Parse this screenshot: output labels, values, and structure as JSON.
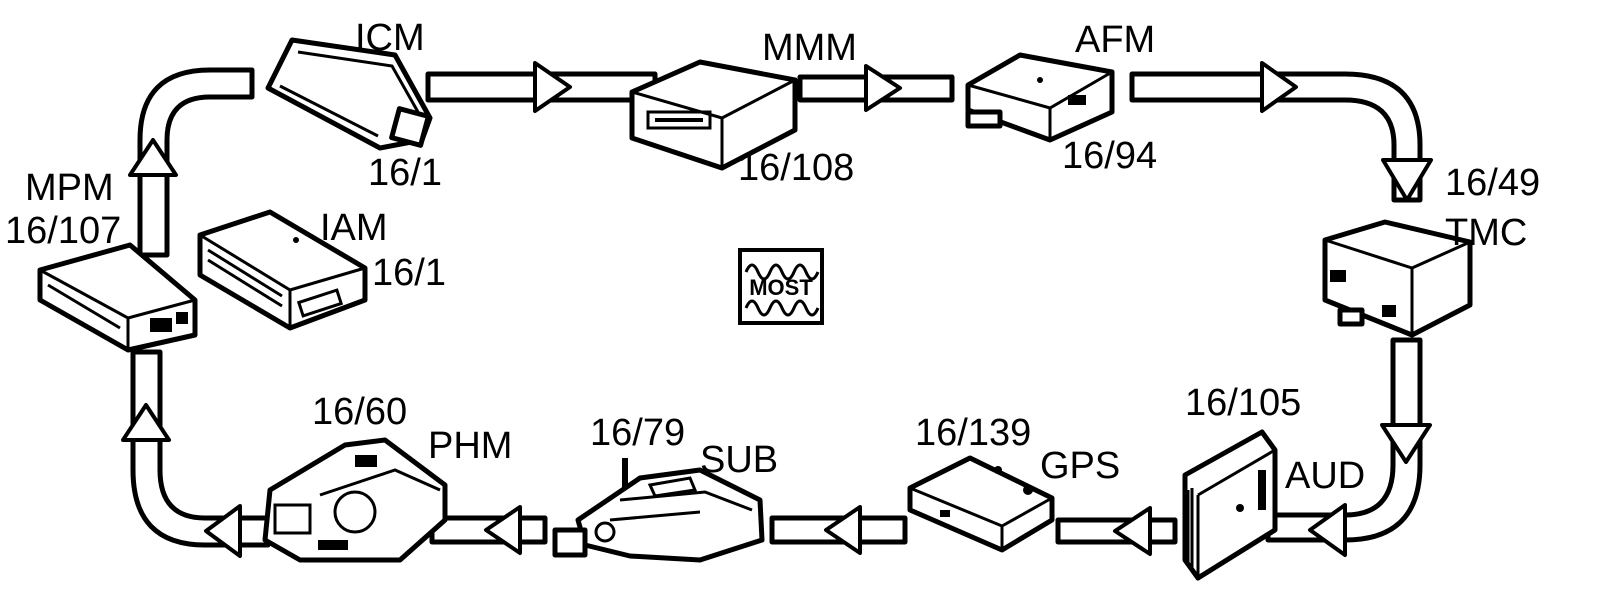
{
  "logo": {
    "text": "MOST"
  },
  "modules": [
    {
      "id": "icm",
      "name": "ICM",
      "code": "16/1"
    },
    {
      "id": "mmm",
      "name": "MMM",
      "code": "16/108"
    },
    {
      "id": "afm",
      "name": "AFM",
      "code": "16/94"
    },
    {
      "id": "tmc",
      "name": "TMC",
      "code": "16/49"
    },
    {
      "id": "aud",
      "name": "AUD",
      "code": "16/105"
    },
    {
      "id": "gps",
      "name": "GPS",
      "code": "16/139"
    },
    {
      "id": "sub",
      "name": "SUB",
      "code": "16/79"
    },
    {
      "id": "phm",
      "name": "PHM",
      "code": "16/60"
    },
    {
      "id": "mpm",
      "name": "MPM",
      "code": "16/107"
    },
    {
      "id": "iam",
      "name": "IAM",
      "code": "16/1"
    }
  ]
}
